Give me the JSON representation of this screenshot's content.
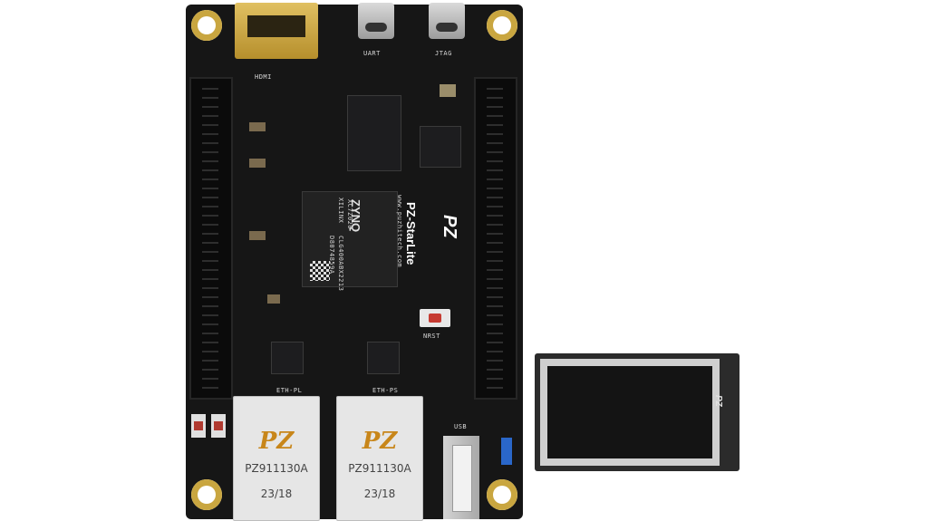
{
  "board": {
    "brand_logo": "PZ",
    "model_name": "PZ-StarLite",
    "website": "www.puzhitech.com",
    "fpga": {
      "brand": "XILINX",
      "line": "ZYNQ",
      "part": "XC7Z020",
      "code1": "CLG400ABX2213",
      "code2": "D8074859A"
    },
    "labels": {
      "uart": "UART",
      "jtag": "JTAG",
      "hdmi": "HDMI",
      "nrst": "NRST",
      "eth_pl": "ETH-PL",
      "eth_ps": "ETH-PS",
      "usb": "USB"
    },
    "rj45_left": {
      "logo": "PZ",
      "part": "PZ911130A",
      "code": "23/18"
    },
    "rj45_right": {
      "logo": "PZ",
      "part": "PZ911130A",
      "code": "23/18"
    },
    "colors": {
      "pcb": "#161616",
      "gold": "#c9a640",
      "rj45": "#e6e6e6",
      "reset_button": "#c63b32"
    }
  },
  "display": {
    "brand": "PZ",
    "colors": {
      "screen": "#141414",
      "frame": "#2b2b2b"
    }
  }
}
